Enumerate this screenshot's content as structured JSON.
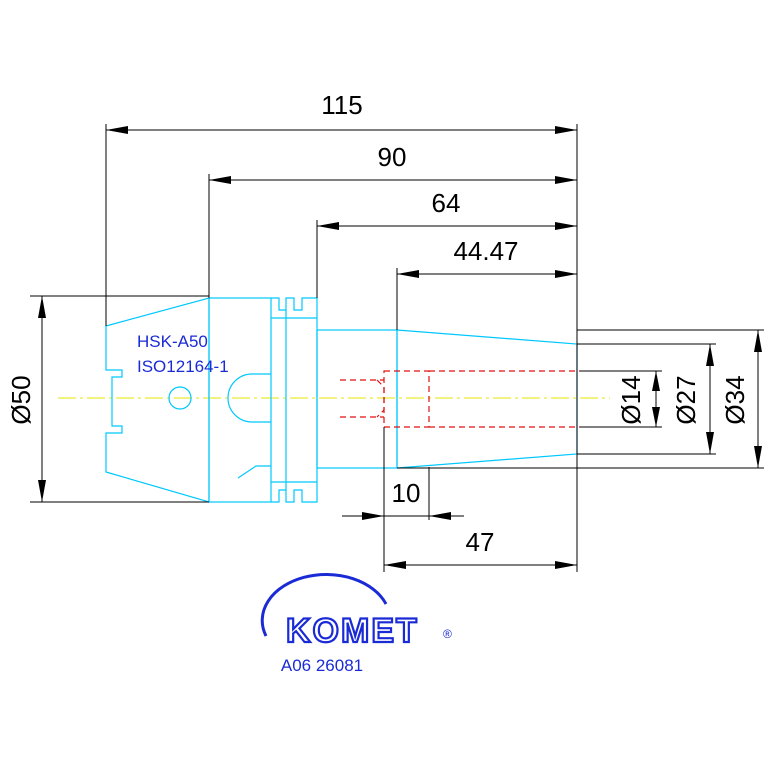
{
  "drawing": {
    "dimensions": {
      "len_115": "115",
      "len_90": "90",
      "len_64": "64",
      "len_44": "44.47",
      "len_10": "10",
      "len_47": "47",
      "dia_50": "Ø50",
      "dia_14": "Ø14",
      "dia_27": "Ø27",
      "dia_34": "Ø34"
    },
    "labels": {
      "interface": "HSK-A50",
      "standard": "ISO12164-1"
    },
    "brand": {
      "name": "KOMET",
      "mark": "®",
      "article_code": "A06 26081"
    },
    "colors": {
      "part_outline": "#00c8ff",
      "hidden_lines": "#e01010",
      "center_line": "#e6e600",
      "dimension_lines": "#000000",
      "brand_blue": "#1a2bd6"
    }
  }
}
